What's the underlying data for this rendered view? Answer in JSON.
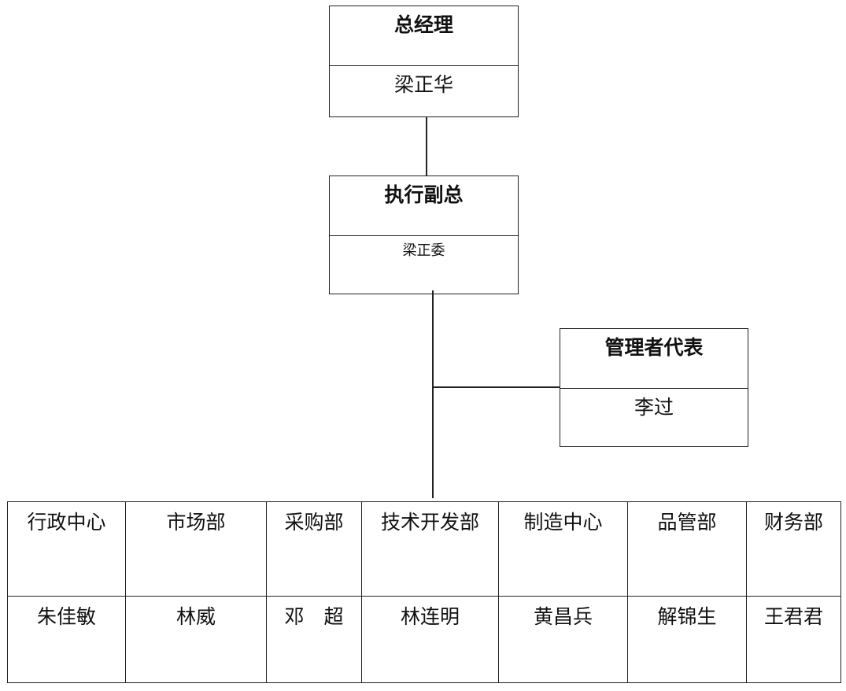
{
  "general_manager": {
    "title": "总经理",
    "name": "梁正华"
  },
  "executive_vp": {
    "title": "执行副总",
    "name": "梁正委"
  },
  "management_rep": {
    "title": "管理者代表",
    "name": "李过"
  },
  "departments": [
    {
      "name": "行政中心",
      "head": "朱佳敏"
    },
    {
      "name": "市场部",
      "head": "林威"
    },
    {
      "name": "采购部",
      "head": "邓　超"
    },
    {
      "name": "技术开发部",
      "head": "林连明"
    },
    {
      "name": "制造中心",
      "head": "黄昌兵"
    },
    {
      "name": "品管部",
      "head": "解锦生"
    },
    {
      "name": "财务部",
      "head": "王君君"
    }
  ]
}
